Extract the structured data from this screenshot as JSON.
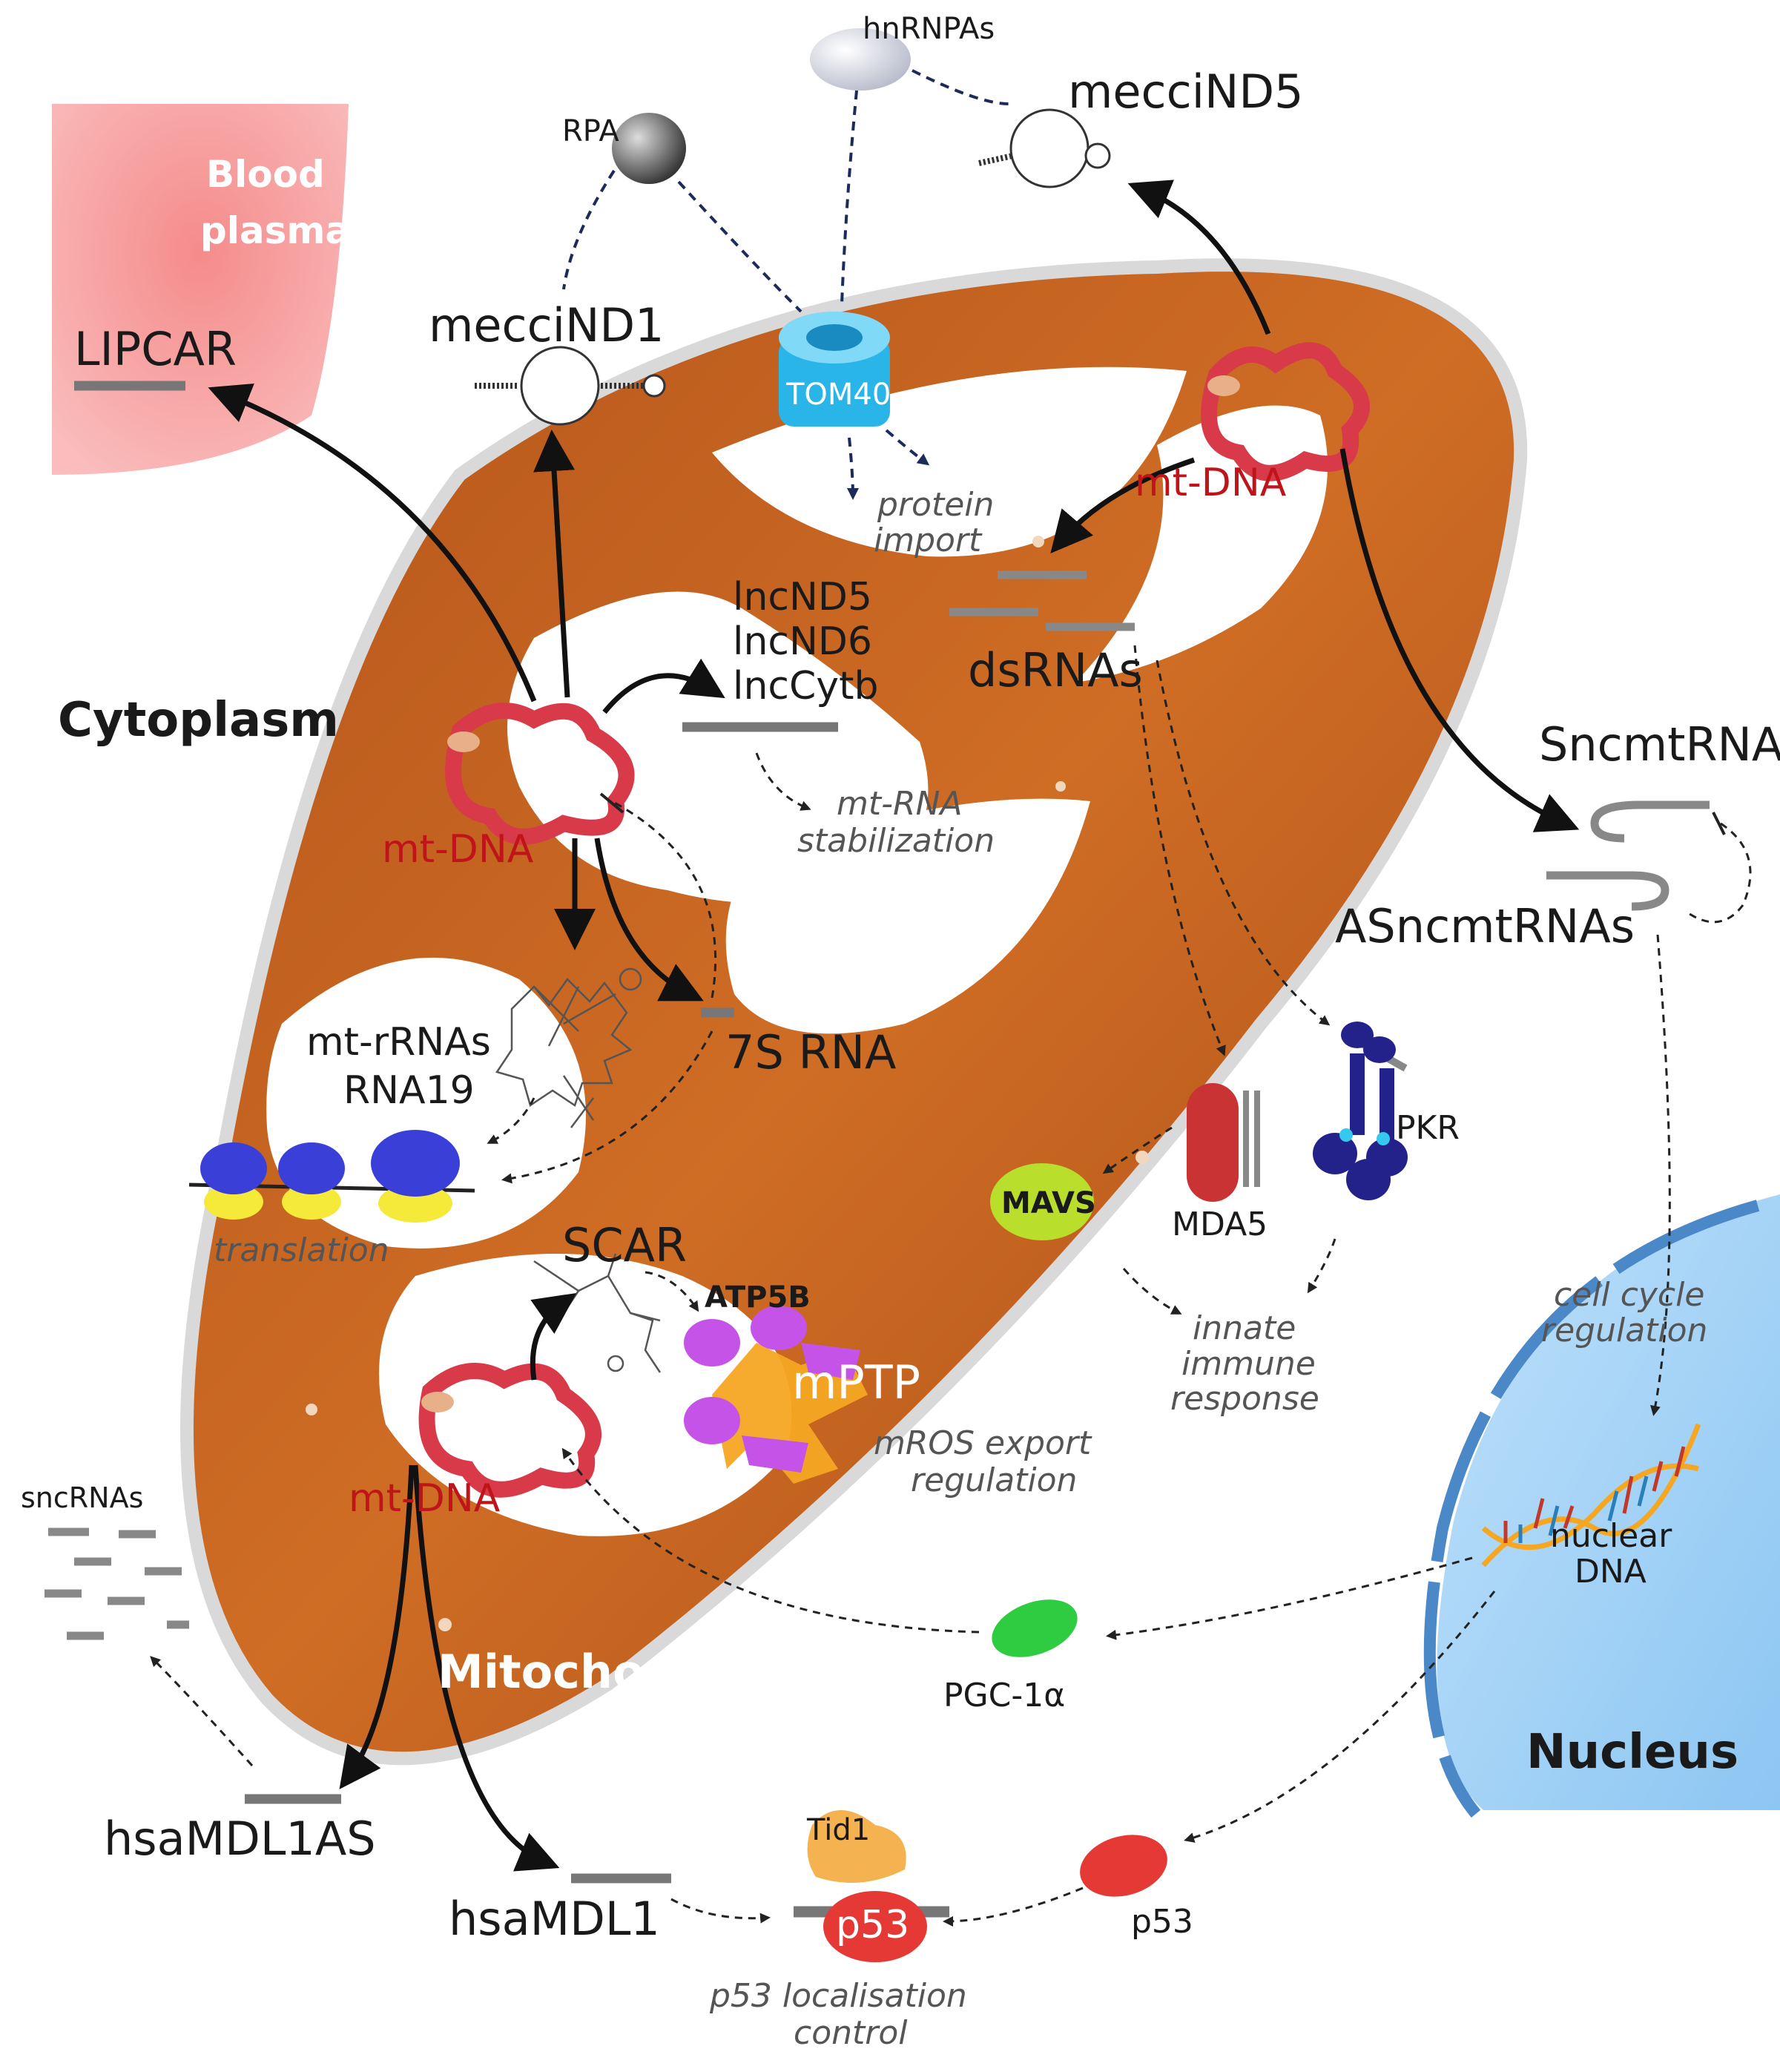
{
  "regions": {
    "cytoplasm": "Cytoplasm",
    "mitochondria": "Mitochondria",
    "nucleus": "Nucleus",
    "blood_plasma_1": "Blood",
    "blood_plasma_2": "plasma"
  },
  "nodes": {
    "lipcar": "LIPCAR",
    "mecciND1": "mecciND1",
    "mecciND5": "mecciND5",
    "rpa": "RPA",
    "hnrnpas": "hnRNPAs",
    "tom40": "TOM40",
    "protein_import_1": "protein",
    "protein_import_2": "import",
    "mtdna_top": "mt-DNA",
    "mtdna_left": "mt-DNA",
    "mtdna_bottom": "mt-DNA",
    "lncND5": "lncND5",
    "lncND6": "lncND6",
    "lncCytb": "lncCytb",
    "mtrna_stab_1": "mt-RNA",
    "mtrna_stab_2": "stabilization",
    "dsrnas": "dsRNAs",
    "sncmtrna": "SncmtRNA",
    "asncmtrnas": "ASncmtRNAs",
    "mt_rrnas": "mt-rRNAs",
    "rna19": "RNA19",
    "rna7s": "7S RNA",
    "translation": "translation",
    "scar": "SCAR",
    "atp5b": "ATP5B",
    "mptp": "mPTP",
    "mros_1": "mROS export",
    "mros_2": "regulation",
    "mavs": "MAVS",
    "mda5": "MDA5",
    "pkr": "PKR",
    "innate_1": "innate",
    "innate_2": "immune",
    "innate_3": "response",
    "cell_cycle_1": "cell cycle",
    "cell_cycle_2": "regulation",
    "nuclear_dna_1": "nuclear",
    "nuclear_dna_2": "DNA",
    "pgc1a": "PGC-1α",
    "sncrnas": "sncRNAs",
    "hsaMDL1AS": "hsaMDL1AS",
    "hsaMDL1": "hsaMDL1",
    "tid1": "Tid1",
    "p53_complex": "p53",
    "p53_free": "p53",
    "p53_loc_1": "p53 localisation",
    "p53_loc_2": "control"
  },
  "colors": {
    "mitochondria": "#c8661f",
    "mitochondria_light": "#e08a45",
    "mtdna": "#d83a4a",
    "blood_plasma": "#f47e7e",
    "nucleus": "#a9d5f7",
    "nuclear_envelope": "#4a88c8",
    "tom40": "#29b5e8",
    "mavs": "#b9de2c",
    "pgc1a": "#2ecc40",
    "p53": "#e53935",
    "mptp_orange": "#f5a623",
    "mptp_purple": "#c653e8",
    "ribosome_blue": "#3a3fd8",
    "ribosome_yellow": "#f5e93a",
    "pkr": "#22228a",
    "mda5": "#c93333"
  }
}
